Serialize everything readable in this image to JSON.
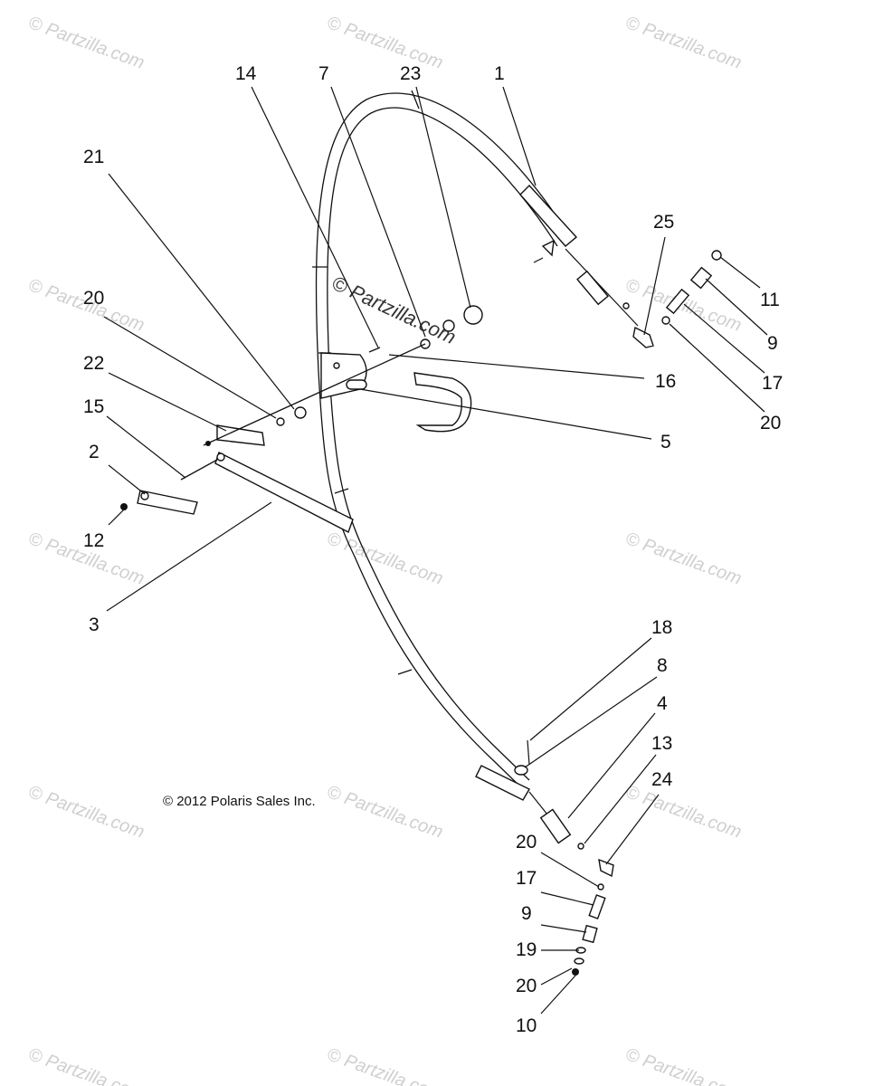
{
  "copyright": "© 2012 Polaris Sales Inc.",
  "watermark": "© Partzilla.com",
  "center_watermark": "© Partzilla.com",
  "callouts": {
    "c14": "14",
    "c7": "7",
    "c23": "23",
    "c1": "1",
    "c21": "21",
    "c25": "25",
    "c11": "11",
    "c20a": "20",
    "c9a": "9",
    "c22": "22",
    "c16": "16",
    "c17a": "17",
    "c20b": "20",
    "c15": "15",
    "c5": "5",
    "c2": "2",
    "c12": "12",
    "c3": "3",
    "c18": "18",
    "c8": "8",
    "c4": "4",
    "c13": "13",
    "c24": "24",
    "c20c": "20",
    "c17b": "17",
    "c9b": "9",
    "c19": "19",
    "c20d": "20",
    "c10": "10"
  }
}
